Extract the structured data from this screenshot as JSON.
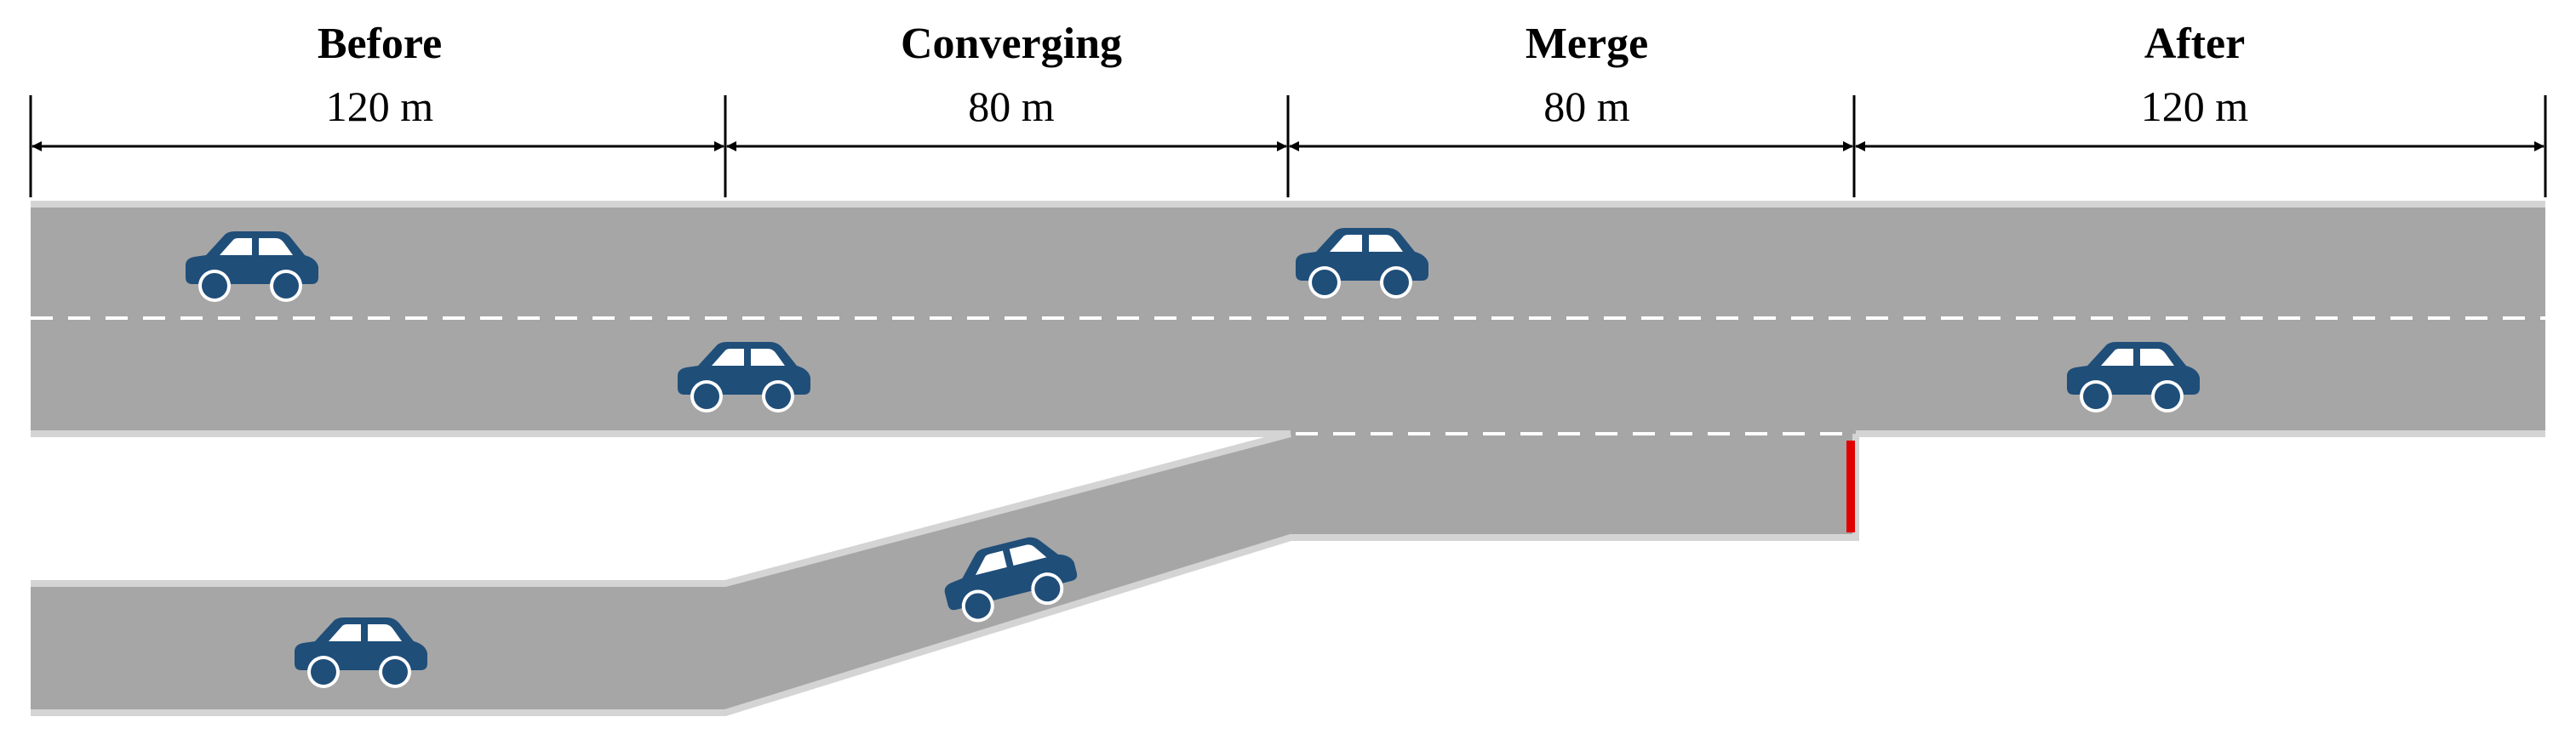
{
  "segments": [
    {
      "title": "Before",
      "distance": "120 m"
    },
    {
      "title": "Converging",
      "distance": "80 m"
    },
    {
      "title": "Merge",
      "distance": "80 m"
    },
    {
      "title": "After",
      "distance": "120 m"
    }
  ],
  "colors": {
    "road": "#a6a6a6",
    "edge": "#d4d4d4",
    "lane_marking": "#ffffff",
    "car": "#1f4e79",
    "stop_bar": "#e00000",
    "dimension_line": "#000000"
  },
  "icons": [
    "car-icon",
    "stop-bar"
  ]
}
